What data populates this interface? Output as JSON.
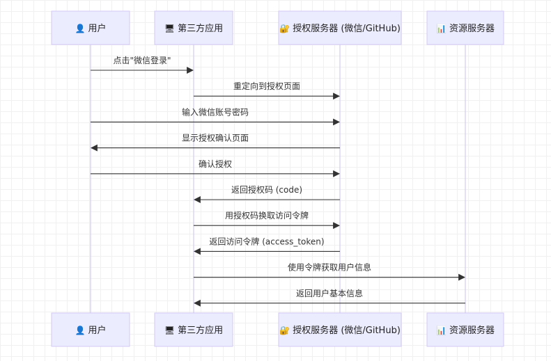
{
  "participants": [
    {
      "id": "user",
      "icon": "person-icon",
      "glyph": "👤",
      "label": "用户"
    },
    {
      "id": "app",
      "icon": "monitor-icon",
      "glyph": "🖥",
      "label": "第三方应用"
    },
    {
      "id": "auth",
      "icon": "lock-key-icon",
      "glyph": "🔐",
      "label": "授权服务器 (微信/GitHub)"
    },
    {
      "id": "resource",
      "icon": "bar-chart-icon",
      "glyph": "📊",
      "label": "资源服务器"
    }
  ],
  "messages": [
    {
      "from": "user",
      "to": "app",
      "label": "点击\"微信登录\""
    },
    {
      "from": "app",
      "to": "auth",
      "label": "重定向到授权页面"
    },
    {
      "from": "user",
      "to": "auth",
      "label": "输入微信账号密码"
    },
    {
      "from": "auth",
      "to": "user",
      "label": "显示授权确认页面"
    },
    {
      "from": "user",
      "to": "auth",
      "label": "确认授权"
    },
    {
      "from": "auth",
      "to": "app",
      "label": "返回授权码 (code)"
    },
    {
      "from": "app",
      "to": "auth",
      "label": "用授权码换取访问令牌"
    },
    {
      "from": "auth",
      "to": "app",
      "label": "返回访问令牌 (access_token)"
    },
    {
      "from": "app",
      "to": "resource",
      "label": "使用令牌获取用户信息"
    },
    {
      "from": "resource",
      "to": "app",
      "label": "返回用户基本信息"
    }
  ]
}
